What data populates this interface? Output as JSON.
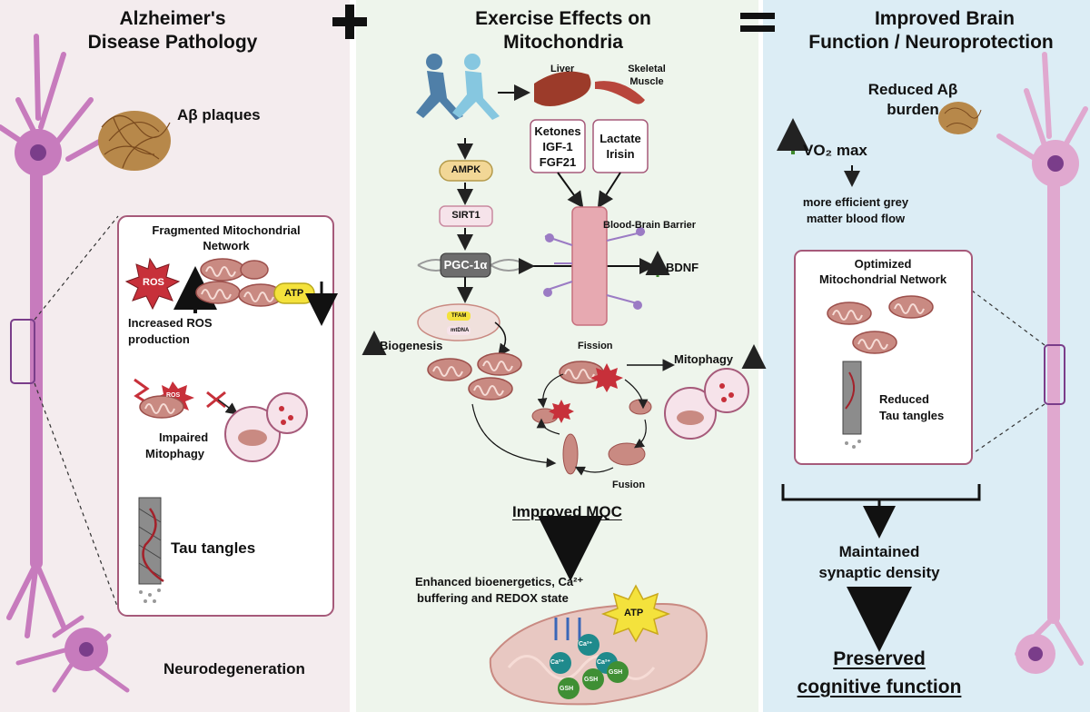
{
  "panels": {
    "left": {
      "title_line1": "Alzheimer's",
      "title_line2": "Disease Pathology",
      "bg": "#f4ecee"
    },
    "middle": {
      "title_line1": "Exercise Effects on",
      "title_line2": "Mitochondria",
      "bg": "#eef5ec"
    },
    "right": {
      "title_line1": "Improved Brain",
      "title_line2": "Function / Neuroprotection",
      "bg": "#dcedf5"
    }
  },
  "left": {
    "plaques": "Aβ plaques",
    "frag_line1": "Fragmented Mitochondrial",
    "frag_line2": "Network",
    "ros": "ROS",
    "atp": "ATP",
    "inc_ros_line1": "Increased ROS",
    "inc_ros_line2": "production",
    "ros_small": "ROS",
    "impaired_line1": "Impaired",
    "impaired_line2": "Mitophagy",
    "tau": "Tau tangles",
    "neurodegeneration": "Neurodegeneration"
  },
  "middle": {
    "liver": "Liver",
    "muscle_line1": "Skeletal",
    "muscle_line2": "Muscle",
    "ketones_line1": "Ketones",
    "ketones_line2": "IGF-1",
    "ketones_line3": "FGF21",
    "lactate_line1": "Lactate",
    "lactate_line2": "Irisin",
    "ampk": "AMPK",
    "sirt1": "SIRT1",
    "pgc": "PGC-1α",
    "bbb": "Blood-Brain Barrier",
    "bdnf": "BDNF",
    "tfam": "TFAM",
    "mtdna": "mtDNA",
    "biogenesis": "Biogenesis",
    "fission": "Fission",
    "mitophagy": "Mitophagy",
    "fusion": "Fusion",
    "mqc": "Improved MQC",
    "enh_line1": "Enhanced bioenergetics, Ca²⁺",
    "enh_line2": "buffering and REDOX state",
    "atp": "ATP",
    "ca": "Ca²⁺",
    "gsh": "GSH"
  },
  "right": {
    "reduced_ab_line1": "Reduced Aβ",
    "reduced_ab_line2": "burden",
    "vo2": "VO₂ max",
    "grey_line1": "more efficient grey",
    "grey_line2": "matter blood flow",
    "opt_line1": "Optimized",
    "opt_line2": "Mitochondrial Network",
    "reduced_tau_line1": "Reduced",
    "reduced_tau_line2": "Tau tangles",
    "synaptic_line1": "Maintained",
    "synaptic_line2": "synaptic density",
    "preserved_line1": "Preserved",
    "preserved_line2": "cognitive function"
  },
  "colors": {
    "neuron": "#c77bbd",
    "neuron_core": "#7a3d8a",
    "mito": "#c98a82",
    "mito_inner": "#9c4f4b",
    "up_arrow": "#3f8a2d",
    "down_arrow": "#111111",
    "ros": "#c7303a",
    "atp": "#f4e23c",
    "bbb": "#e7a9b1",
    "ampk": "#f2d796",
    "pgc": "#6d6d6d",
    "ca": "#1f8a8c",
    "gsh": "#3f8f34"
  },
  "operators": {
    "plus": "plus-sign",
    "equals": "equals-sign"
  }
}
